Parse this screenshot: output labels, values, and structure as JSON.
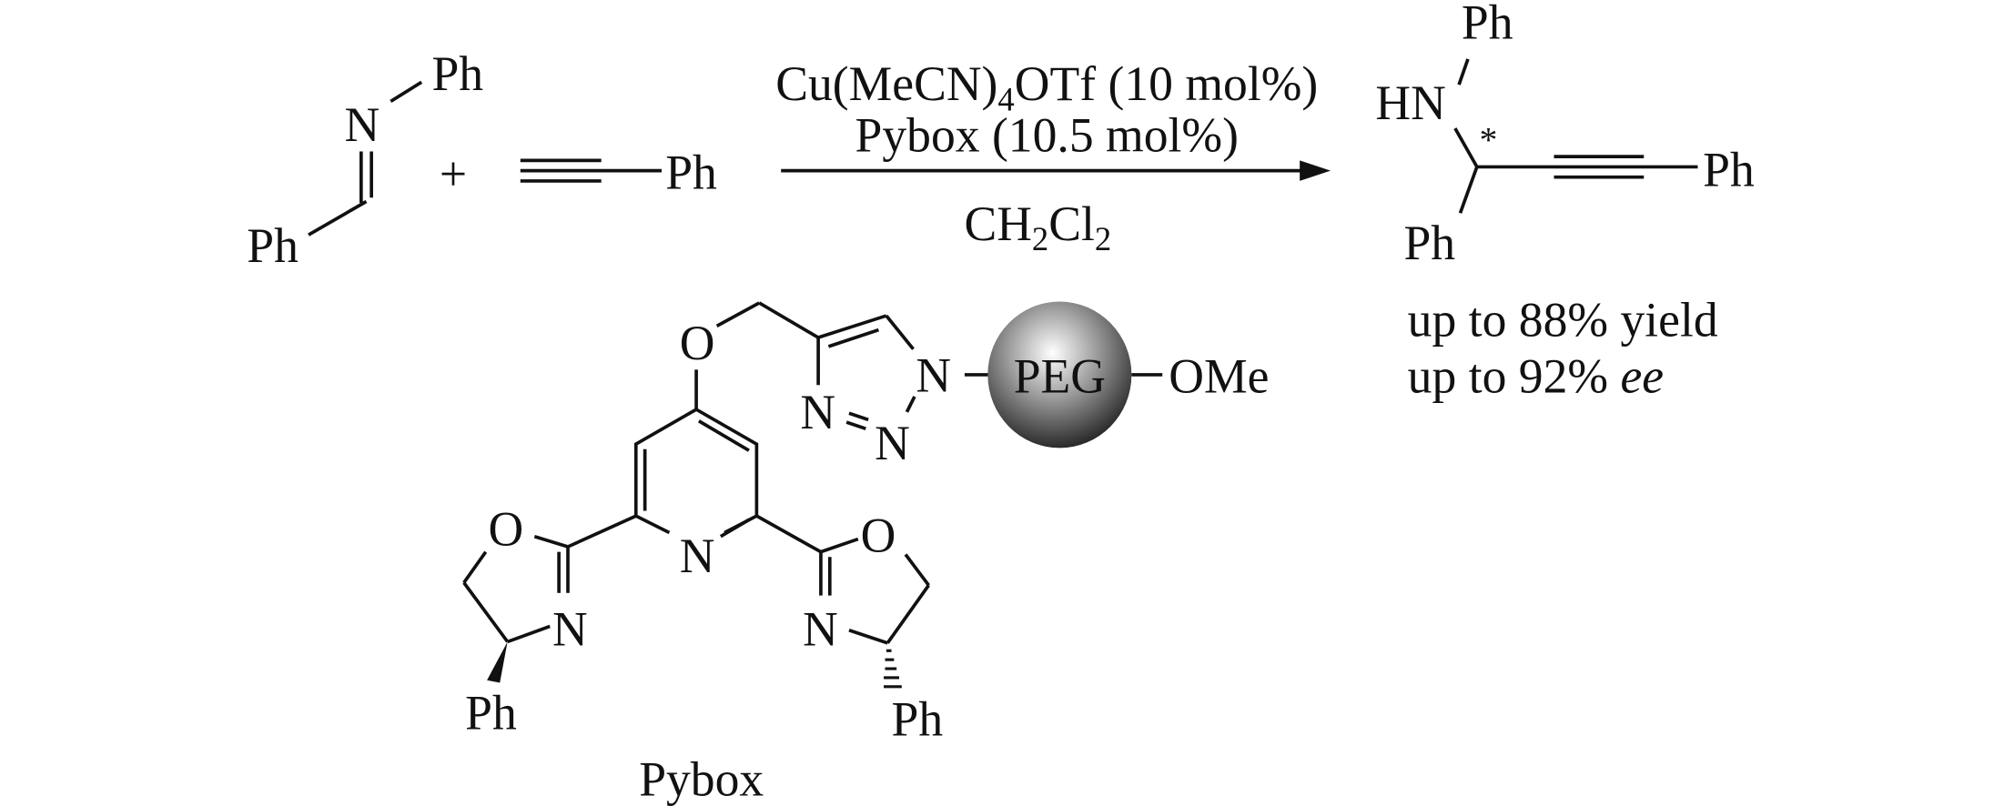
{
  "reactants": {
    "imine": {
      "n_label": "N",
      "ph_top": "Ph",
      "ph_bottom": "Ph"
    },
    "plus": "+",
    "alkyne": {
      "ph": "Ph"
    }
  },
  "conditions": {
    "catalyst_prefix": "Cu(MeCN)",
    "catalyst_sub": "4",
    "catalyst_suffix": "OTf (10 mol%)",
    "ligand": "Pybox (10.5 mol%)",
    "solvent_c": "CH",
    "solvent_sub1": "2",
    "solvent_cl": "Cl",
    "solvent_sub2": "2"
  },
  "product": {
    "ph_top": "Ph",
    "hn": "HN",
    "stereo_mark": "*",
    "ph_bottom": "Ph",
    "ph_right": "Ph",
    "yield_text": "up to 88% yield",
    "ee_prefix": "up to 92% ",
    "ee_italic": "ee"
  },
  "ligand_structure": {
    "ether_o": "O",
    "triazole_n1": "N",
    "triazole_n2": "N",
    "triazole_n3": "N",
    "peg": "PEG",
    "ome": "OMe",
    "pyridine_n": "N",
    "left_ox_o": "O",
    "left_ox_n": "N",
    "left_ph": "Ph",
    "right_ox_o": "O",
    "right_ox_n": "N",
    "right_ph": "Ph",
    "name": "Pybox"
  },
  "colors": {
    "ink": "#111111",
    "sphere_light": "#ffffff",
    "sphere_dark": "#1a1a1a"
  }
}
